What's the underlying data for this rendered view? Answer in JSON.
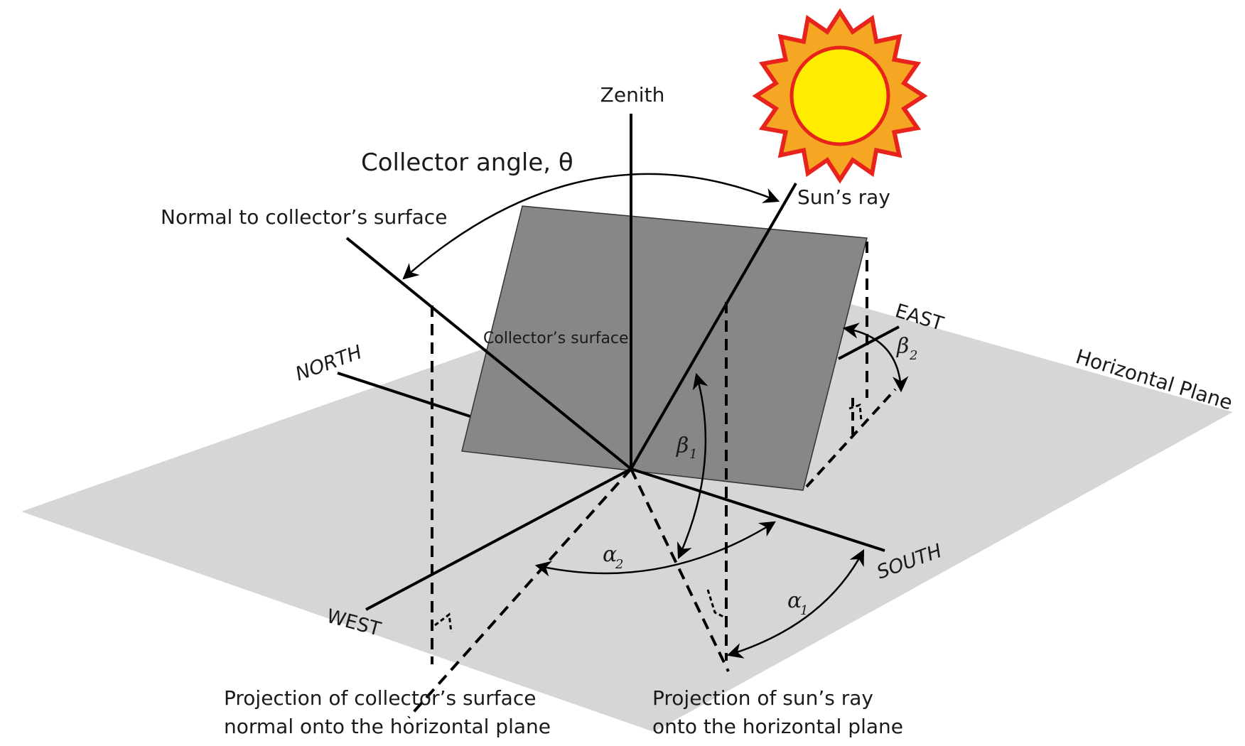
{
  "labels": {
    "zenith": "Zenith",
    "collector_angle": "Collector angle, θ",
    "suns_ray": "Sun’s ray",
    "normal": "Normal to collector’s surface",
    "collector_surface": "Collector’s surface",
    "north": "NORTH",
    "east": "EAST",
    "south": "SOUTH",
    "west": "WEST",
    "horizontal_plane": "Horizontal Plane",
    "beta1": "β",
    "beta1_sub": "1",
    "beta2": "β",
    "beta2_sub": "2",
    "alpha1": "α",
    "alpha1_sub": "1",
    "alpha2": "α",
    "alpha2_sub": "2",
    "proj_normal_line1": "Projection of collector’s surface",
    "proj_normal_line2": "normal onto the horizontal plane",
    "proj_sun_line1": "Projection of sun’s ray",
    "proj_sun_line2": "onto the horizontal plane"
  },
  "colors": {
    "plane": "#d6d6d6",
    "collector": "#878787",
    "sun_rays": "#f5a623",
    "sun_rays_outline": "#e8231c",
    "sun_disc": "#ffec00",
    "line": "#000000"
  }
}
